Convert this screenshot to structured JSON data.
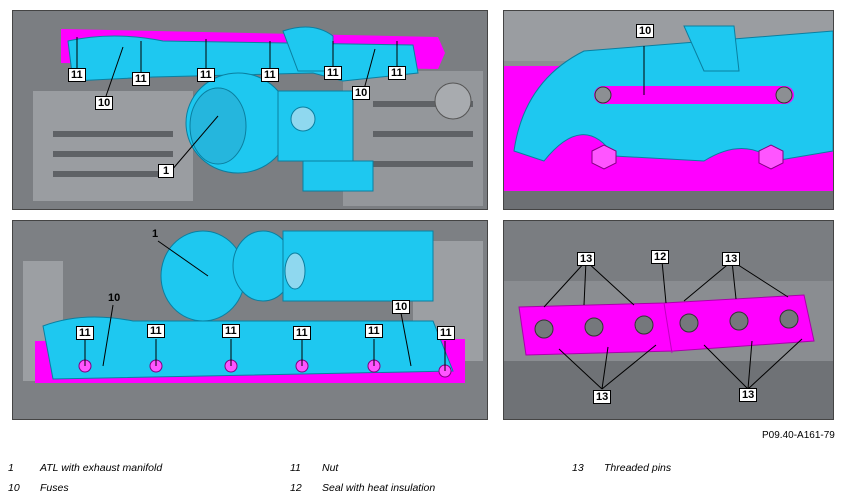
{
  "figure_code": "P09.40-A161-79",
  "legend": [
    {
      "num": "1",
      "text": "ATL with exhaust manifold"
    },
    {
      "num": "10",
      "text": "Fuses"
    },
    {
      "num": "11",
      "text": "Nut"
    },
    {
      "num": "12",
      "text": "Seal with heat insulation"
    },
    {
      "num": "13",
      "text": "Threaded pins"
    }
  ],
  "callouts": {
    "p1": [
      "11",
      "11",
      "11",
      "11",
      "11",
      "11",
      "10",
      "10",
      "1"
    ],
    "p2": [
      "10"
    ],
    "p3": [
      "1",
      "10",
      "10",
      "11",
      "11",
      "11",
      "11",
      "11",
      "11"
    ],
    "p4": [
      "13",
      "12",
      "13",
      "13",
      "13"
    ]
  },
  "colors": {
    "seal": "#ff00ff",
    "manifold": "#1ec8f0",
    "engine": "#8a8d91"
  }
}
